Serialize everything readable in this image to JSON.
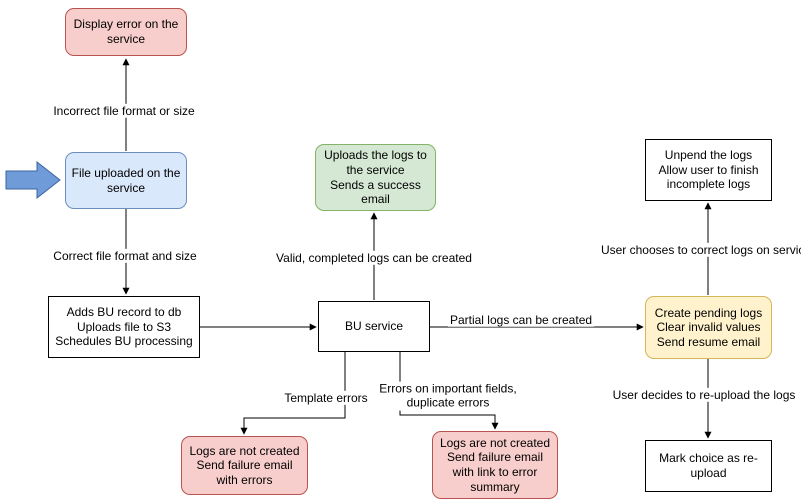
{
  "nodes": {
    "display_error": {
      "text": "Display error on the\nservice"
    },
    "file_uploaded": {
      "text": "File uploaded on the\nservice"
    },
    "adds_bu": {
      "text": "Adds BU record to db\nUploads file to S3\nSchedules BU processing"
    },
    "bu_service": {
      "text": "BU service"
    },
    "uploads_logs": {
      "text": "Uploads the logs to\nthe service\nSends a success\nemail"
    },
    "logs_not_created_errors": {
      "text": "Logs are not created\nSend failure email\nwith errors"
    },
    "logs_not_created_summary": {
      "text": "Logs are not created\nSend failure email\nwith link to error\nsummary"
    },
    "create_pending": {
      "text": "Create pending logs\nClear invalid values\nSend resume email"
    },
    "unpend_logs": {
      "text": "Unpend the logs\nAllow user to finish\nincomplete logs"
    },
    "mark_reupload": {
      "text": "Mark choice as re-\nupload"
    }
  },
  "edges": {
    "incorrect": {
      "label": "Incorrect file format or size"
    },
    "correct": {
      "label": "Correct file format and size"
    },
    "valid": {
      "label": "Valid, completed logs can be created"
    },
    "partial": {
      "label": "Partial logs can be created"
    },
    "template": {
      "label": "Template errors"
    },
    "important": {
      "label": "Errors on important fields,\nduplicate errors"
    },
    "correct_on_service": {
      "label": "User chooses to correct logs on service"
    },
    "reupload": {
      "label": "User decides to re-upload the logs"
    }
  },
  "colors": {
    "pink_fill": "#f8cecc",
    "pink_border": "#b85450",
    "blue_fill": "#dae8fc",
    "blue_border": "#6c8ebf",
    "green_fill": "#d5e8d4",
    "green_border": "#82b366",
    "yellow_fill": "#fff2cc",
    "yellow_border": "#d6b656",
    "connector": "#000000",
    "input_arrow_fill": "#6f9bd9",
    "input_arrow_border": "#3c64a0"
  }
}
